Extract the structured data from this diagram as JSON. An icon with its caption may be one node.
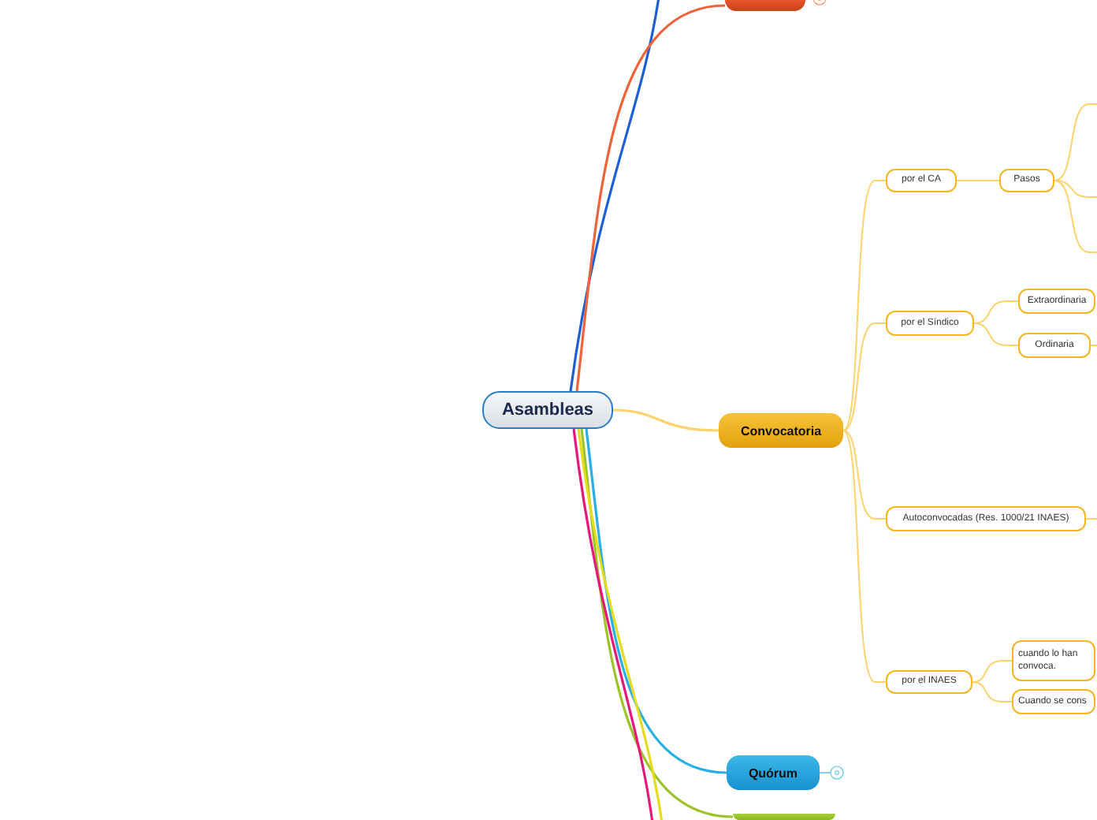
{
  "diagram": {
    "nodes": [
      {
        "text": [
          "Asambleas"
        ]
      },
      {
        "text": [],
        "shape": "box"
      },
      {
        "text": [
          "Convocatoria"
        ]
      },
      {
        "text": [
          "por el CA"
        ]
      },
      {
        "text": [
          "Pasos"
        ]
      },
      {
        "text": [
          "por el Síndico"
        ]
      },
      {
        "text": [
          "Extraordinaria"
        ]
      },
      {
        "text": [
          "Ordinaria"
        ]
      },
      {
        "text": [
          "Autoconvocadas  (Res. 1000/21 INAES)"
        ]
      },
      {
        "text": [
          "por el INAES"
        ]
      },
      {
        "text": [
          "cuando lo han convoca."
        ]
      },
      {
        "text": [
          "Cuando se cons"
        ]
      },
      {
        "text": [
          "Quórum"
        ]
      },
      {
        "text": [],
        "shape": "box"
      }
    ],
    "edges": [
      {
        "from": 0,
        "to": null,
        "arrow": "none",
        "color": "#1f5fd6"
      },
      {
        "from": 0,
        "to": 1,
        "arrow": "none",
        "color": "#f0623a"
      },
      {
        "from": 0,
        "to": 2,
        "arrow": "none"
      },
      {
        "from": 2,
        "to": 3,
        "arrow": "none"
      },
      {
        "from": 2,
        "to": 5,
        "arrow": "none"
      },
      {
        "from": 2,
        "to": 8,
        "arrow": "none"
      },
      {
        "from": 2,
        "to": 9,
        "arrow": "none"
      },
      {
        "from": 3,
        "to": 4,
        "arrow": "none"
      },
      {
        "from": 4,
        "to": null,
        "arrow": "none"
      },
      {
        "from": 4,
        "to": null,
        "arrow": "none"
      },
      {
        "from": 4,
        "to": null,
        "arrow": "none"
      },
      {
        "from": 5,
        "to": 6,
        "arrow": "none"
      },
      {
        "from": 5,
        "to": 7,
        "arrow": "none"
      },
      {
        "from": 7,
        "to": null,
        "arrow": "none"
      },
      {
        "from": 8,
        "to": null,
        "arrow": "none"
      },
      {
        "from": 9,
        "to": 10,
        "arrow": "none"
      },
      {
        "from": 9,
        "to": 11,
        "arrow": "none"
      },
      {
        "from": 0,
        "to": 12,
        "arrow": "none",
        "color": "#29aee6"
      },
      {
        "from": 0,
        "to": 13,
        "arrow": "none",
        "color": "#9dc32a"
      },
      {
        "from": 0,
        "to": null,
        "arrow": "none",
        "color": "#e6dc1e"
      },
      {
        "from": 0,
        "to": null,
        "arrow": "none",
        "color": "#e8187a"
      }
    ]
  }
}
